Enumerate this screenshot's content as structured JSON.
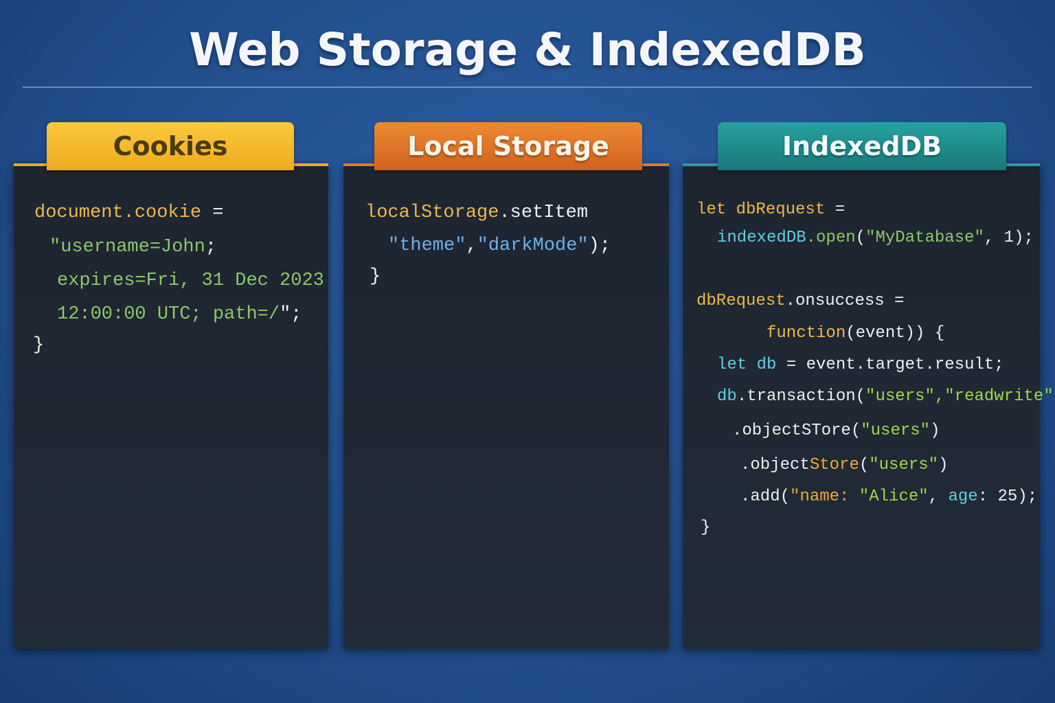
{
  "title": "Web Storage & IndexedDB",
  "colors": {
    "cookies": "#f6b828",
    "local_storage": "#e0772a",
    "indexeddb": "#1f8f8c"
  },
  "panels": [
    {
      "label": "Cookies",
      "code": [
        [
          [
            "document.cookie",
            "y"
          ],
          [
            " =",
            "w"
          ]
        ],
        [
          [
            "\"username=John",
            "g"
          ],
          [
            ";",
            "w"
          ]
        ],
        [
          [
            "expires=Fri, 31 Dec 2023",
            "g"
          ]
        ],
        [
          [
            "12:00:00 UTC; path=/",
            "g"
          ],
          [
            "\";",
            "w"
          ]
        ],
        [
          [
            "}",
            "w"
          ]
        ]
      ]
    },
    {
      "label": "Local Storage",
      "code": [
        [
          [
            "localStorage",
            "y"
          ],
          [
            ".setItem",
            "w"
          ]
        ],
        [
          [
            "\"theme\"",
            "b"
          ],
          [
            ",",
            "w"
          ],
          [
            "\"darkMode\"",
            "b"
          ],
          [
            ");",
            "w"
          ]
        ],
        [
          [
            "}",
            "w"
          ]
        ]
      ]
    },
    {
      "label": "IndexedDB",
      "code": [
        [
          [
            "let dbRequest",
            "y"
          ],
          [
            " =",
            "w"
          ]
        ],
        [
          [
            "indexedDB",
            "c"
          ],
          [
            ".open",
            "g"
          ],
          [
            "(",
            "w"
          ],
          [
            "\"MyDatabase\"",
            "g"
          ],
          [
            ", 1);",
            "w"
          ]
        ],
        [
          [
            "dbRequest",
            "y"
          ],
          [
            ".onsuccess =",
            "w"
          ]
        ],
        [
          [
            "function",
            "y"
          ],
          [
            "(event)) {",
            "w"
          ]
        ],
        [
          [
            "let db",
            "c"
          ],
          [
            " = event.target.result;",
            "w"
          ]
        ],
        [
          [
            "db",
            "c"
          ],
          [
            ".transaction(",
            "w"
          ],
          [
            "\"users\",\"readwrite\"",
            "lg"
          ],
          [
            ")",
            "w"
          ]
        ],
        [
          [
            ".objectSTore(",
            "w"
          ],
          [
            "\"users\"",
            "lg"
          ],
          [
            ")",
            "w"
          ]
        ],
        [
          [
            ".object",
            "w"
          ],
          [
            "Store",
            "o"
          ],
          [
            "(",
            "w"
          ],
          [
            "\"users\"",
            "lg"
          ],
          [
            ")",
            "w"
          ]
        ],
        [
          [
            ".add(",
            "w"
          ],
          [
            "\"name: ",
            "o"
          ],
          [
            "\"Alice\"",
            "lg"
          ],
          [
            ", ",
            "w"
          ],
          [
            "age",
            "c"
          ],
          [
            ": 25);",
            "w"
          ]
        ],
        [
          [
            "}",
            "w"
          ]
        ]
      ]
    }
  ]
}
